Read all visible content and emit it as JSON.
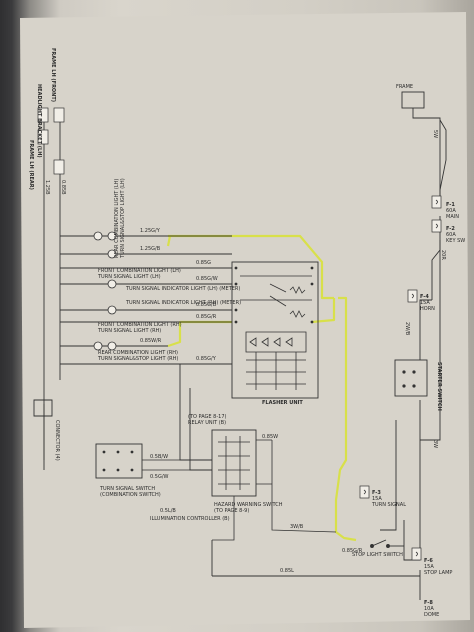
{
  "diagram": {
    "header": {
      "frame_lh_rear": "FRAME LH (REAR)",
      "headlight_bracket_lh": "HEADLIGHT BRACKET (LH)",
      "frame_lh_front": "FRAME LH (FRONT)"
    },
    "loads": [
      {
        "name": "REAR COMBINATION LIGHT (LH)",
        "sub": "TURN SIGNAL&STOP LIGHT (LH)"
      },
      {
        "name": "FRONT COMBINATION LIGHT (LH)",
        "sub": "TURN SIGNAL LIGHT (LH)"
      },
      {
        "name": "TURN SIGNAL INDICATOR LIGHT (LH) (METER)",
        "sub": ""
      },
      {
        "name": "TURN SIGNAL INDICATOR LIGHT (RH) (METER)",
        "sub": ""
      },
      {
        "name": "FRONT COMBINATION LIGHT (RH)",
        "sub": "TURN SIGNAL LIGHT (RH)"
      },
      {
        "name": "REAR COMBINATION LIGHT (RH)",
        "sub": "TURN SIGNAL&STOP LIGHT (RH)"
      }
    ],
    "components": {
      "flasher_unit": "FLASHER UNIT",
      "turn_signal_switch": "TURN SIGNAL SWITCH",
      "combination_switch": "(COMBINATION SWITCH)",
      "relay_unit": "RELAY UNIT (B)",
      "relay_ref": "(TO PAGE 8-17)",
      "hazard_switch": "HAZARD WARNING SWITCH",
      "hazard_ref": "(TO PAGE 8-9)",
      "illumination": "ILLUMINATION CONTROLLER (B)",
      "starter_switch": "STARTER SWITCH",
      "stop_light_switch": "STOP LIGHT SWITCH",
      "frame": "FRAME",
      "connector": "CONNECTOR (4)"
    },
    "fuses": [
      {
        "id": "F-3",
        "rating": "15A",
        "name": "TURN SIGNAL"
      },
      {
        "id": "F-6",
        "rating": "15A",
        "name": "STOP LAMP"
      },
      {
        "id": "F-2",
        "rating": "60A",
        "name": "KEY SW"
      },
      {
        "id": "F-1",
        "rating": "60A",
        "name": "MAIN"
      },
      {
        "id": "F-4",
        "rating": "15A",
        "name": "HORN"
      },
      {
        "id": "F-8",
        "rating": "10A",
        "name": "DOME"
      }
    ],
    "wire_codes": [
      "1.25G/Y",
      "1.25G/B",
      "0.85G",
      "0.85G/W",
      "0.85G/B",
      "0.85G/R",
      "0.85G/Y",
      "0.85W/R",
      "0.85B",
      "0.85W",
      "0.85L",
      "0.85G/R",
      "1.25B",
      "5W",
      "20R",
      "3W/B",
      "3W",
      "2W/B",
      "0.5B/W",
      "0.5G/W",
      "0.5L/B"
    ],
    "highlight_color": "#d8e04a"
  }
}
